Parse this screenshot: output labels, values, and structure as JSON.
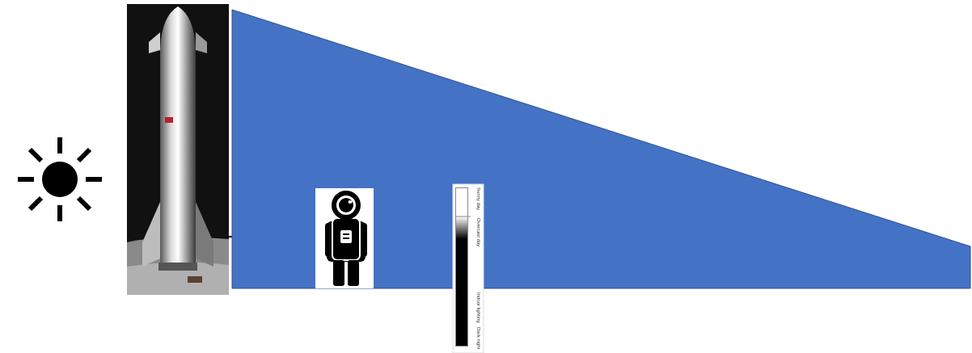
{
  "diagram": {
    "labels": [
      "Sunny day",
      "Overcast day",
      "Indoor lighting",
      "Dark night"
    ]
  }
}
